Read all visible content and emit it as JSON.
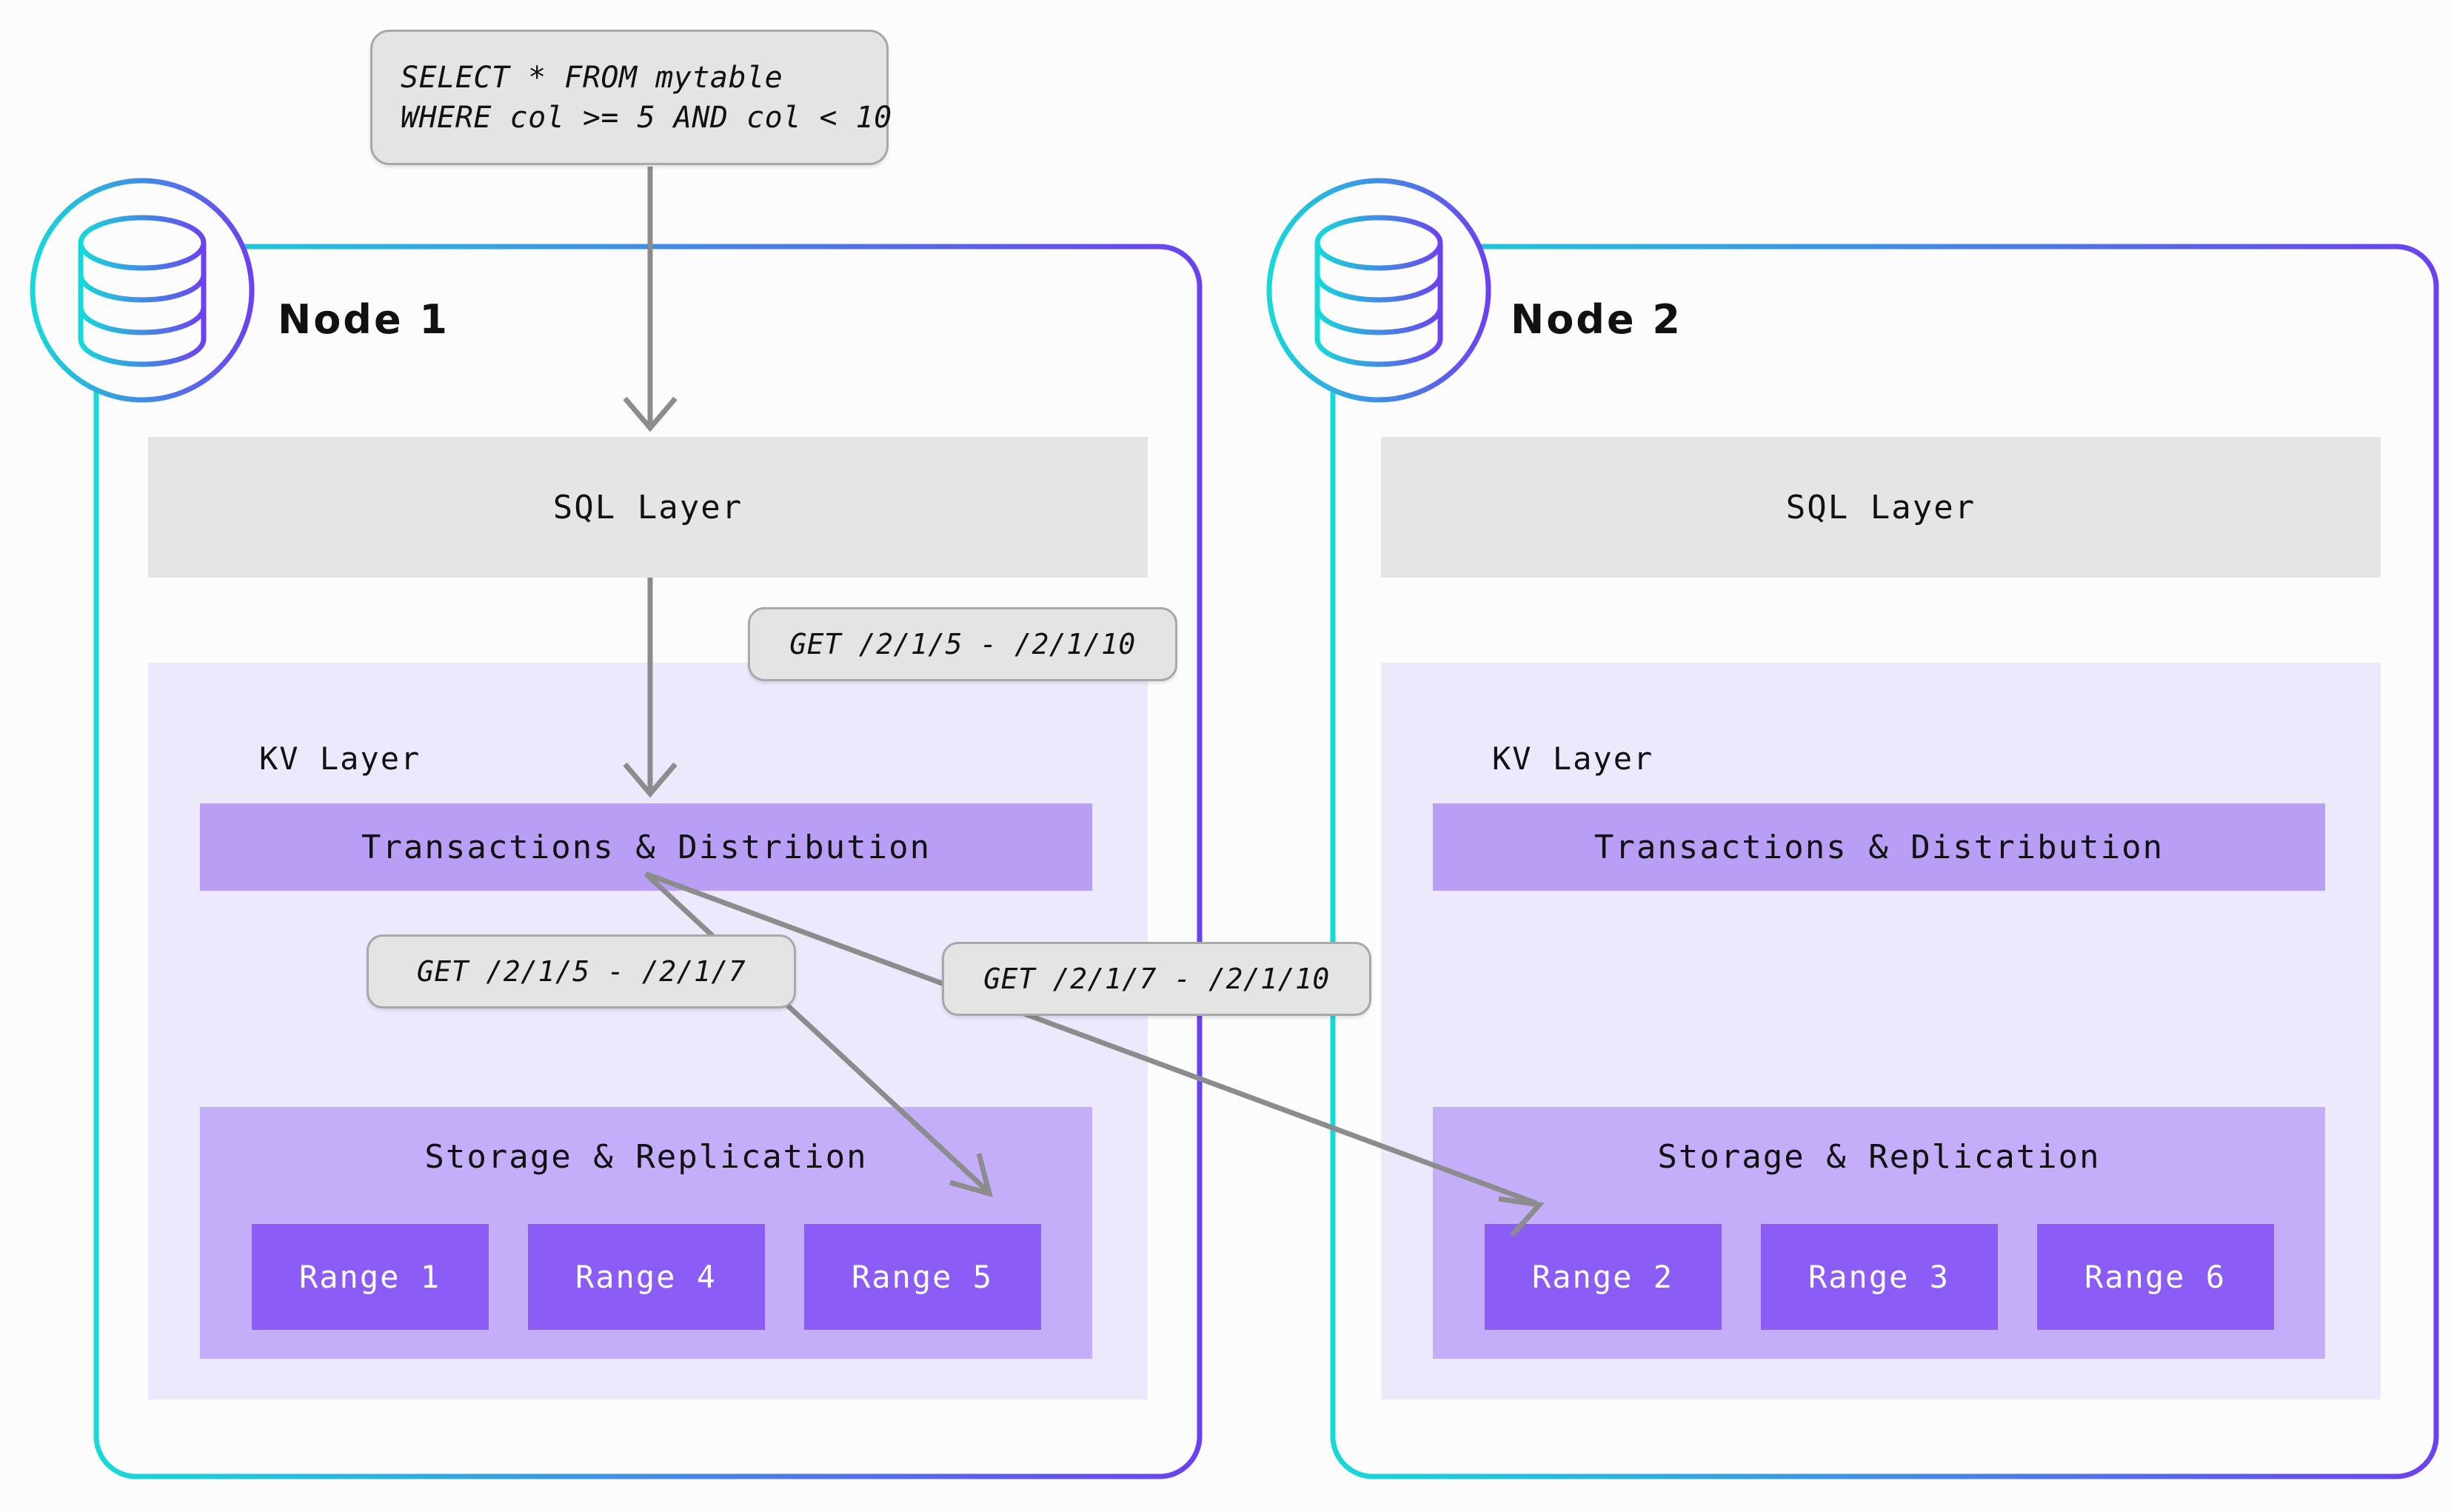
{
  "diagram": {
    "title": "CockroachDB distributed query execution across nodes",
    "background_color": "#fcfcfc"
  },
  "query": {
    "line1": "SELECT * FROM mytable",
    "line2": "WHERE col >= 5 AND col < 10"
  },
  "colors": {
    "gradient_start": "#16d9d9",
    "gradient_end": "#6c41f0",
    "sql_layer_bg": "#e5e5e5",
    "kv_panel_bg": "#ece9fd",
    "txn_bar_bg": "#b89ef5",
    "storage_bg": "#c4aefa",
    "range_chip_bg": "#8b5cf6",
    "pill_bg": "#e4e4e4",
    "pill_border": "#a8a8a8",
    "arrow": "#8c8c8c"
  },
  "nodes": [
    {
      "title": "Node 1",
      "icon": "database-icon",
      "sql_layer_label": "SQL Layer",
      "kv_layer_label": "KV Layer",
      "txn_label": "Transactions & Distribution",
      "storage_label": "Storage & Replication",
      "ranges": [
        "Range 1",
        "Range 4",
        "Range 5"
      ]
    },
    {
      "title": "Node 2",
      "icon": "database-icon",
      "sql_layer_label": "SQL Layer",
      "kv_layer_label": "KV Layer",
      "txn_label": "Transactions & Distribution",
      "storage_label": "Storage & Replication",
      "ranges": [
        "Range 2",
        "Range 3",
        "Range 6"
      ]
    }
  ],
  "get_labels": [
    {
      "text": "GET /2/1/5 - /2/1/10"
    },
    {
      "text": "GET /2/1/5 - /2/1/7"
    },
    {
      "text": "GET /2/1/7 - /2/1/10"
    }
  ]
}
